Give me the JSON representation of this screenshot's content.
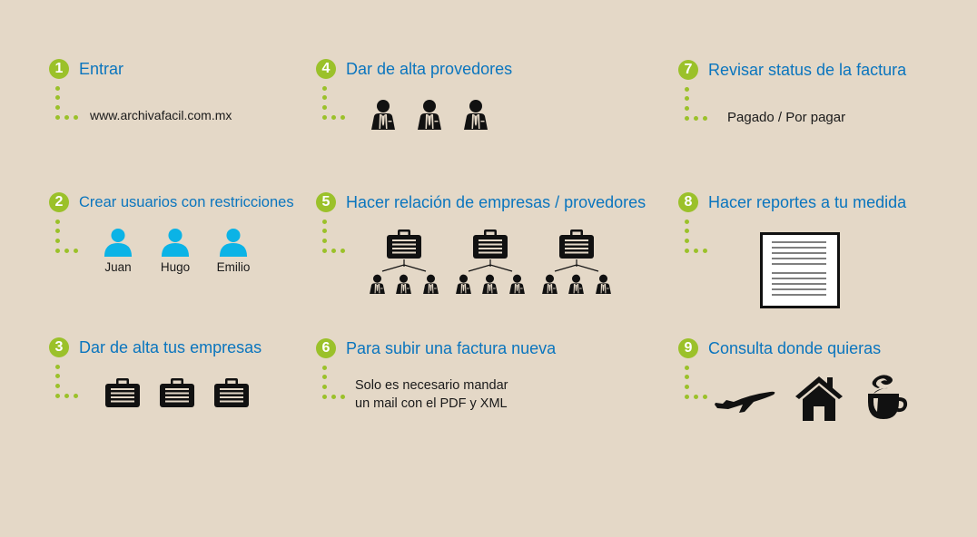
{
  "colors": {
    "background": "#e4d8c7",
    "accent_green": "#9bc12a",
    "title_blue": "#0a75be",
    "user_cyan": "#0bb3e6",
    "icon_black": "#111111"
  },
  "steps": [
    {
      "number": "1",
      "title": "Entrar",
      "text": "www.archivafacil.com.mx"
    },
    {
      "number": "2",
      "title": "Crear usuarios con restricciones",
      "users": [
        "Juan",
        "Hugo",
        "Emilio"
      ]
    },
    {
      "number": "3",
      "title": "Dar de alta tus empresas",
      "icons": [
        "briefcase-icon",
        "briefcase-icon",
        "briefcase-icon"
      ]
    },
    {
      "number": "4",
      "title": "Dar de alta provedores",
      "icons": [
        "businessman-icon",
        "businessman-icon",
        "businessman-icon"
      ]
    },
    {
      "number": "5",
      "title": "Hacer relación de empresas / provedores",
      "icons": [
        "company-org-chart-icon",
        "company-org-chart-icon",
        "company-org-chart-icon"
      ]
    },
    {
      "number": "6",
      "title": "Para subir una factura nueva",
      "text_lines": [
        "Solo es necesario mandar",
        "un mail con el PDF y XML"
      ]
    },
    {
      "number": "7",
      "title": "Revisar status de la factura",
      "text": "Pagado / Por pagar"
    },
    {
      "number": "8",
      "title": "Hacer reportes a tu medida",
      "icons": [
        "report-document-icon"
      ]
    },
    {
      "number": "9",
      "title": "Consulta donde quieras",
      "icons": [
        "airplane-icon",
        "house-icon",
        "coffee-cup-icon"
      ]
    }
  ]
}
